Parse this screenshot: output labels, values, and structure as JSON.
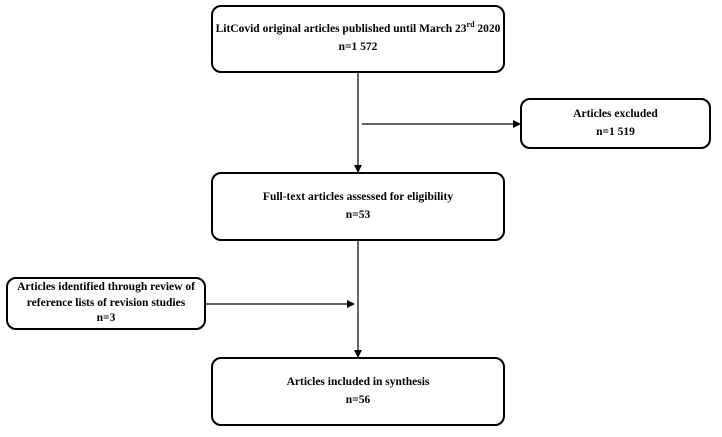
{
  "flow": {
    "identification": {
      "title_prefix": "LitCovid original articles published until March 23",
      "title_superscript": "rd",
      "title_suffix": " 2020",
      "count": "n=1 572"
    },
    "excluded": {
      "title": "Articles excluded",
      "count": "n=1 519"
    },
    "eligibility": {
      "title": "Full-text articles assessed for eligibility",
      "count": "n=53"
    },
    "additional": {
      "line1": "Articles identified through review of",
      "line2": "reference lists of revision studies",
      "count": "n=3"
    },
    "included": {
      "title": "Articles included in synthesis",
      "count": "n=56"
    }
  }
}
